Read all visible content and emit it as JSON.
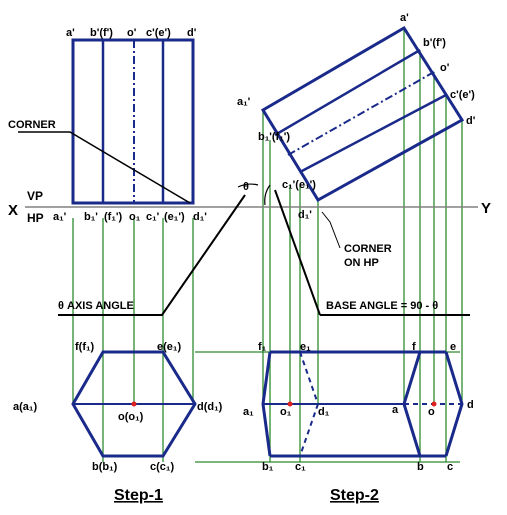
{
  "labels": {
    "x": "X",
    "y": "Y",
    "vp": "VP",
    "hp": "HP",
    "corner": "CORNER",
    "corner_on_hp_1": "CORNER",
    "corner_on_hp_2": "ON  HP",
    "axis_angle": "θ AXIS ANGLE",
    "base_angle": "BASE ANGLE  = 90 - θ",
    "theta": "θ",
    "step1": "Step-1",
    "step2": "Step-2"
  },
  "step1_front": {
    "top": [
      "a'",
      "b'(f')",
      "o'",
      "c'(e')",
      "d'"
    ],
    "bottom": [
      "a₁'",
      "b₁'",
      "(f₁')",
      "o₁",
      "c₁'",
      "(e₁')",
      "d₁'"
    ]
  },
  "step1_top": {
    "f": "f(f₁)",
    "e": "e(e₁)",
    "a": "a(a₁)",
    "o": "o(o₁)",
    "d": "d(d₁)",
    "b": "b(b₁)",
    "c": "c(c₁)"
  },
  "step2_front": {
    "a1": "a₁'",
    "b1f1": "b₁'(f₁')",
    "c1e1": "c₁'(e₁')",
    "d1": "d₁'",
    "a": "a'",
    "bf": "b'(f')",
    "o": "o'",
    "ce": "c'(e')",
    "d": "d'"
  },
  "step2_top": {
    "f1": "f₁",
    "e1": "e₁",
    "a1": "a₁",
    "o1": "o₁",
    "d1": "d₁",
    "b1": "b₁",
    "c1": "c₁",
    "f": "f",
    "e": "e",
    "a": "a",
    "o": "o",
    "d": "d",
    "b": "b",
    "c": "c"
  },
  "colors": {
    "outline": "#1a2a8a",
    "projector": "#2e8b2e",
    "xy_line": "#808080",
    "leader": "#000000",
    "center_dot": "#e02020"
  }
}
